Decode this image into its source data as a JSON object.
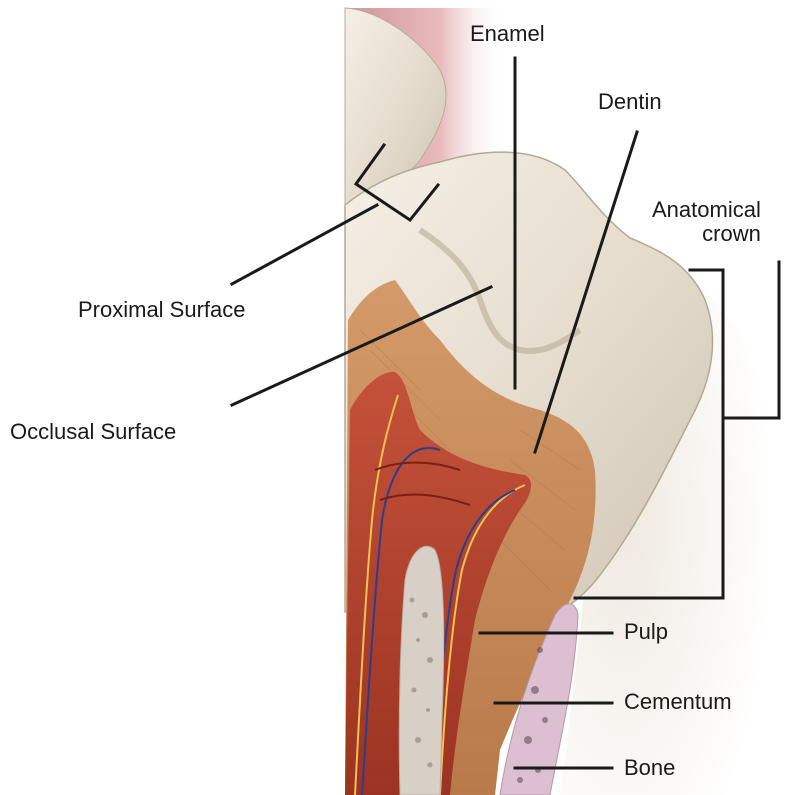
{
  "labels": {
    "enamel": "Enamel",
    "dentin": "Dentin",
    "anatomical_crown": "Anatomical\ncrown",
    "proximal_surface": "Proximal Surface",
    "occlusal_surface": "Occlusal Surface",
    "pulp": "Pulp",
    "cementum": "Cementum",
    "bone": "Bone"
  },
  "colors": {
    "enamel": "#eee8dd",
    "dentin": "#c98c5a",
    "pulp": "#b8452e",
    "bone": "#d9b8c8",
    "gum": "#d99aa0",
    "leader": "#1a1a1a"
  }
}
